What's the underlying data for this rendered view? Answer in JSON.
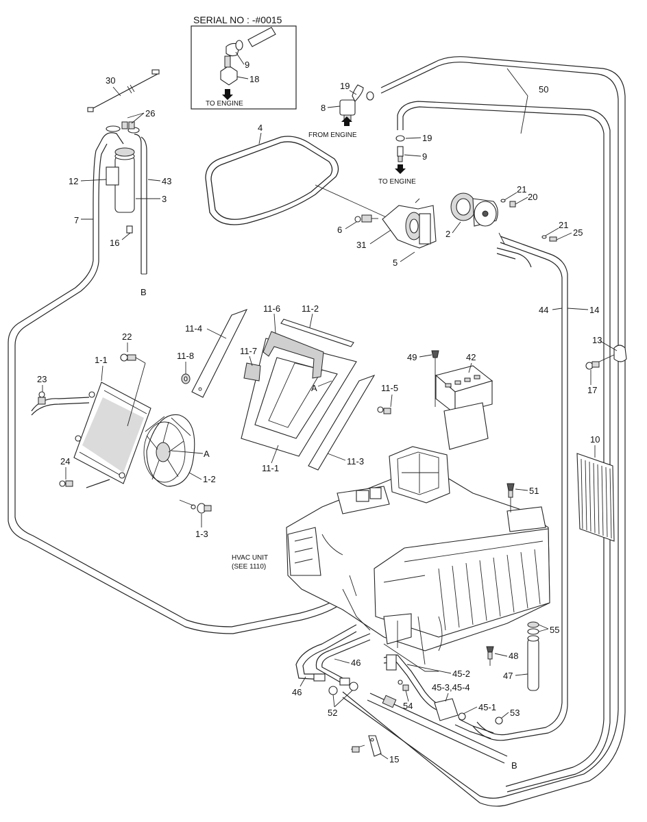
{
  "inset": {
    "serial_label": "SERIAL NO : -#0015",
    "to_engine": "TO ENGINE"
  },
  "notes": {
    "from_engine": "FROM ENGINE",
    "to_engine": "TO ENGINE",
    "hvac_line1": "HVAC UNIT",
    "hvac_line2": "(SEE 1110)"
  },
  "callouts": {
    "n30": "30",
    "n26": "26",
    "n12": "12",
    "n43": "43",
    "n3": "3",
    "n7": "7",
    "n16": "16",
    "b_top": "B",
    "n9_inset": "9",
    "n18": "18",
    "n19a": "19",
    "n8": "8",
    "n4": "4",
    "n50": "50",
    "n19b": "19",
    "n9": "9",
    "n21a": "21",
    "n20": "20",
    "n6": "6",
    "n31": "31",
    "n5": "5",
    "n2": "2",
    "n21b": "21",
    "n25": "25",
    "n44": "44",
    "n14": "14",
    "n13": "13",
    "n17": "17",
    "n11_6": "11-6",
    "n11_2": "11-2",
    "n11_4": "11-4",
    "n11_7": "11-7",
    "n11_8": "11-8",
    "a_mid": "A",
    "n11_5": "11-5",
    "n11_1": "11-1",
    "n11_3": "11-3",
    "n49": "49",
    "n42": "42",
    "n10": "10",
    "n22": "22",
    "n1_1": "1-1",
    "n23": "23",
    "a_fan": "A",
    "n1_2": "1-2",
    "n24": "24",
    "n1_3": "1-3",
    "n51": "51",
    "n55": "55",
    "n48": "48",
    "n47": "47",
    "n46a": "46",
    "n46b": "46",
    "n45_2": "45-2",
    "n45_34": "45-3,45-4",
    "n45_1": "45-1",
    "n52": "52",
    "n54": "54",
    "n53": "53",
    "n15": "15",
    "b_bottom": "B"
  }
}
